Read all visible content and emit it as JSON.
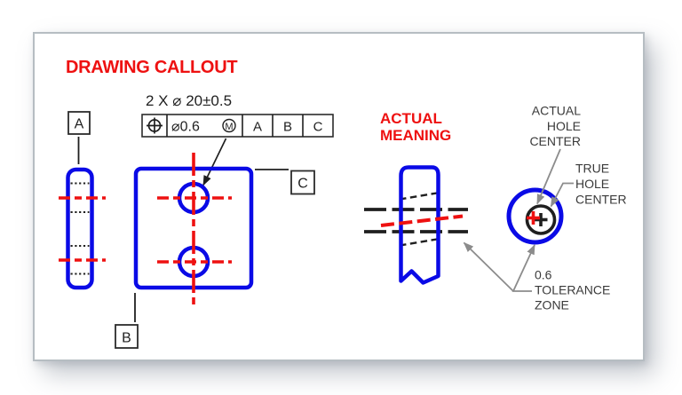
{
  "colors": {
    "accent_red": "#ee1111",
    "line_blue": "#0a0ae6",
    "line_black": "#1f1f1f",
    "leader_gray": "#8c8c8c",
    "panel_border": "#b6bdc2",
    "background": "#ffffff"
  },
  "drawing_callout": {
    "title": "DRAWING CALLOUT",
    "dimension_note": "2 X ⌀ 20±0.5",
    "fcf": {
      "symbol_icon": "position-symbol",
      "tolerance": "⌀0.6",
      "modifier_letter": "M",
      "datum_refs": [
        "A",
        "B",
        "C"
      ]
    },
    "datum_a": "A",
    "datum_b": "B",
    "datum_c": "C"
  },
  "actual_meaning": {
    "title": [
      "ACTUAL",
      "MEANING"
    ],
    "labels": {
      "actual_hole_center": [
        "ACTUAL",
        "HOLE",
        "CENTER"
      ],
      "true_hole_center": [
        "TRUE",
        "HOLE",
        "CENTER"
      ],
      "tolerance_zone": [
        "0.6",
        "TOLERANCE",
        "ZONE"
      ]
    }
  }
}
